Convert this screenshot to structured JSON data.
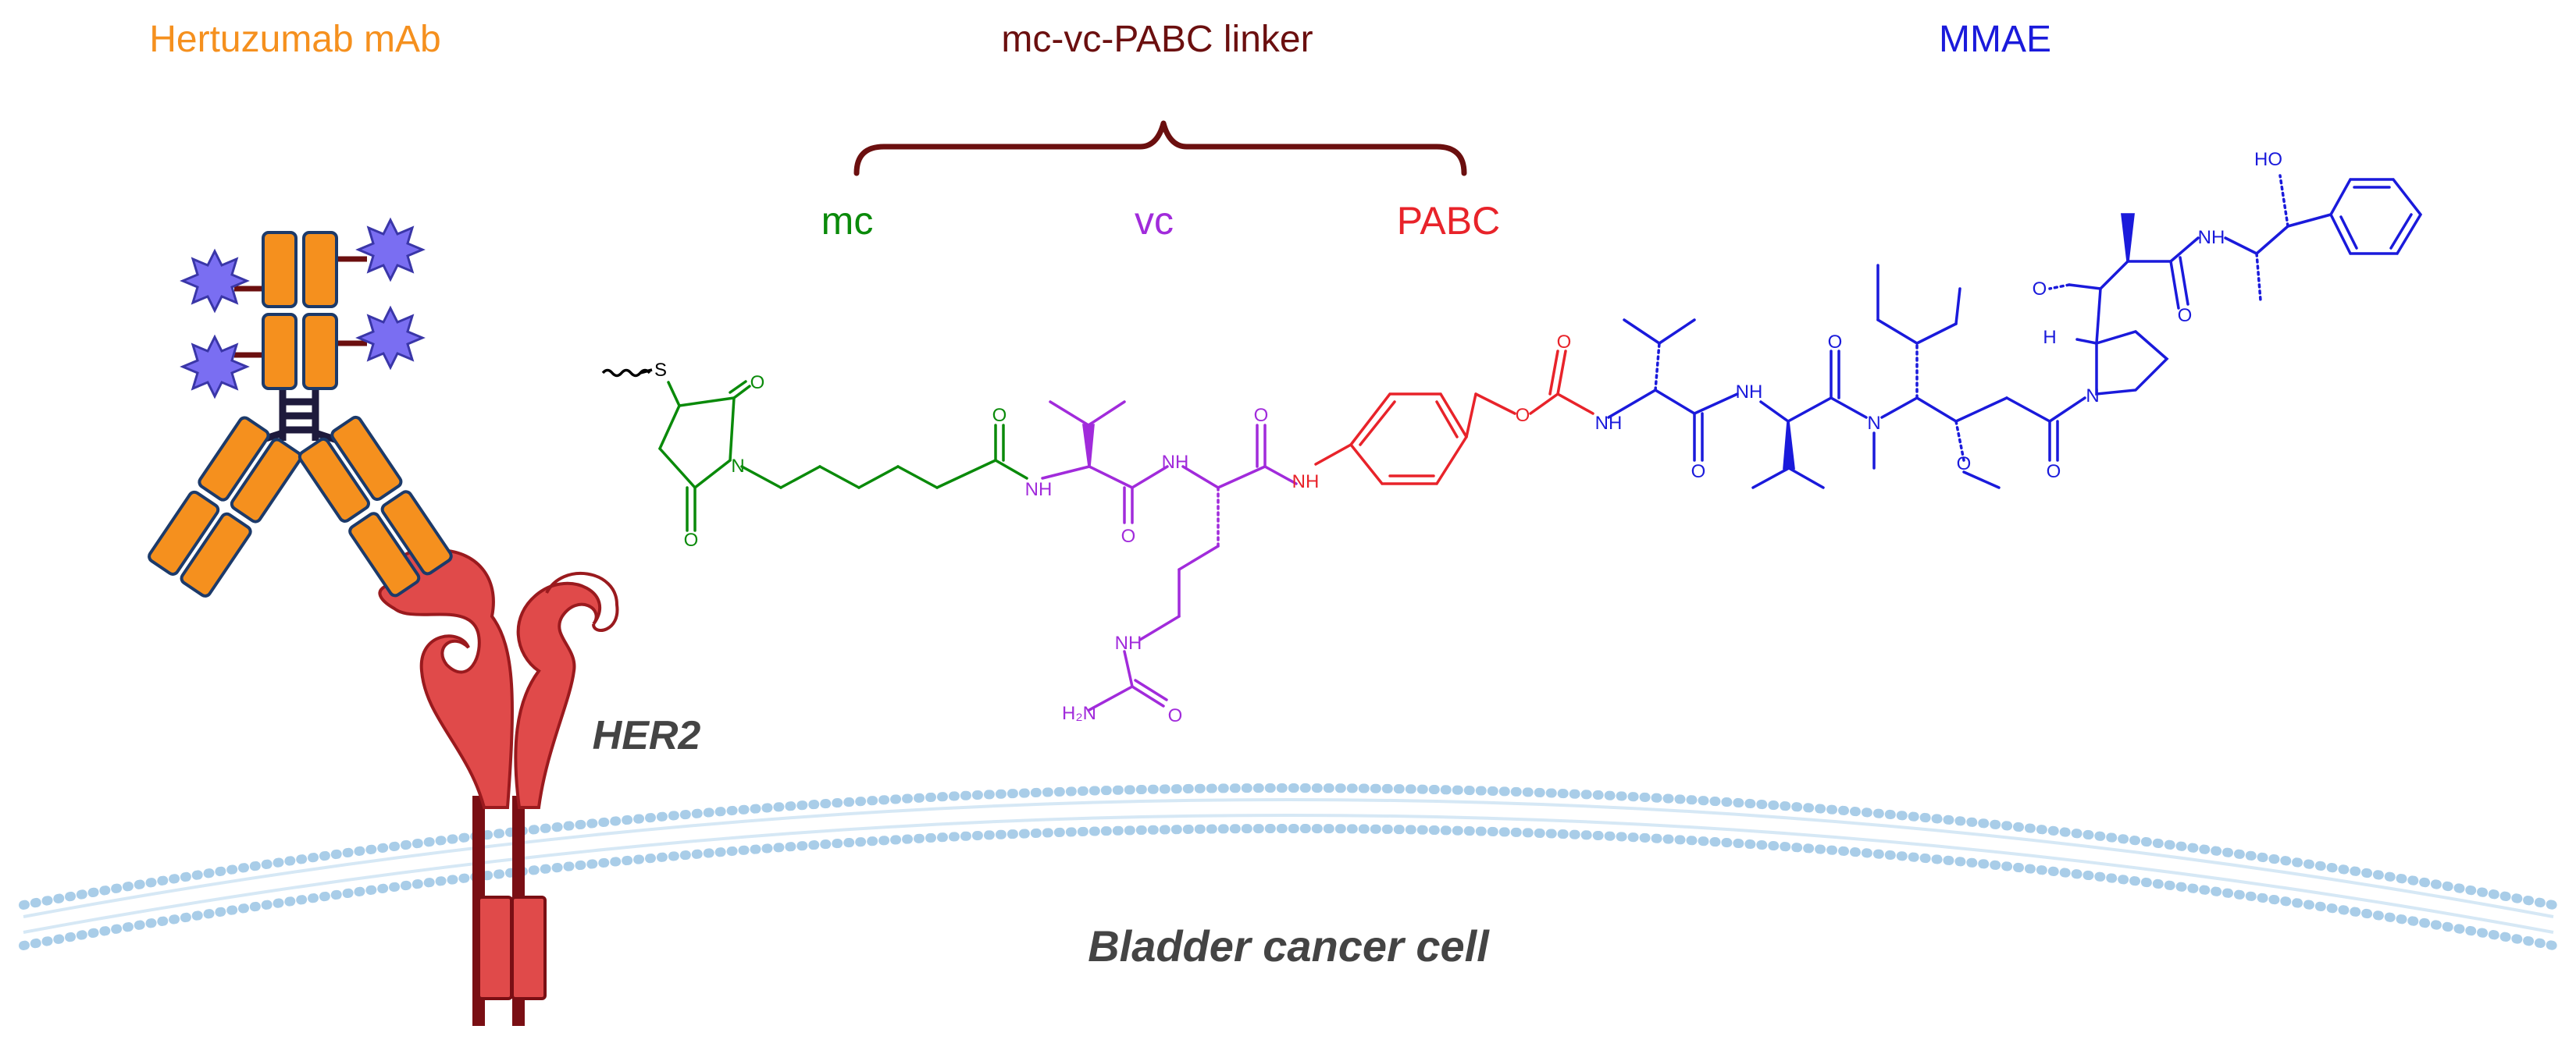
{
  "labels": {
    "antibody": "Hertuzumab mAb",
    "linker": "mc-vc-PABC linker",
    "payload": "MMAE",
    "mc": "mc",
    "vc": "vc",
    "pabc": "PABC",
    "receptor": "HER2",
    "cell": "Bladder cancer cell"
  },
  "atoms": {
    "S": "S",
    "O": "O",
    "N": "N",
    "NH": "NH",
    "H2N": "H₂N",
    "HO": "HO",
    "H": "H"
  },
  "colors": {
    "antibody": "#f5901e",
    "linker": "#6b0f0f",
    "payload": "#1a1adb",
    "mc": "#0a8a0a",
    "vc": "#a12bdb",
    "pabc": "#e8232a",
    "receptor": "#e04a4a",
    "receptor_dark": "#7a0f14",
    "membrane": "#a9cde8",
    "star": "#7a6ef2",
    "text_dark": "#444444"
  }
}
